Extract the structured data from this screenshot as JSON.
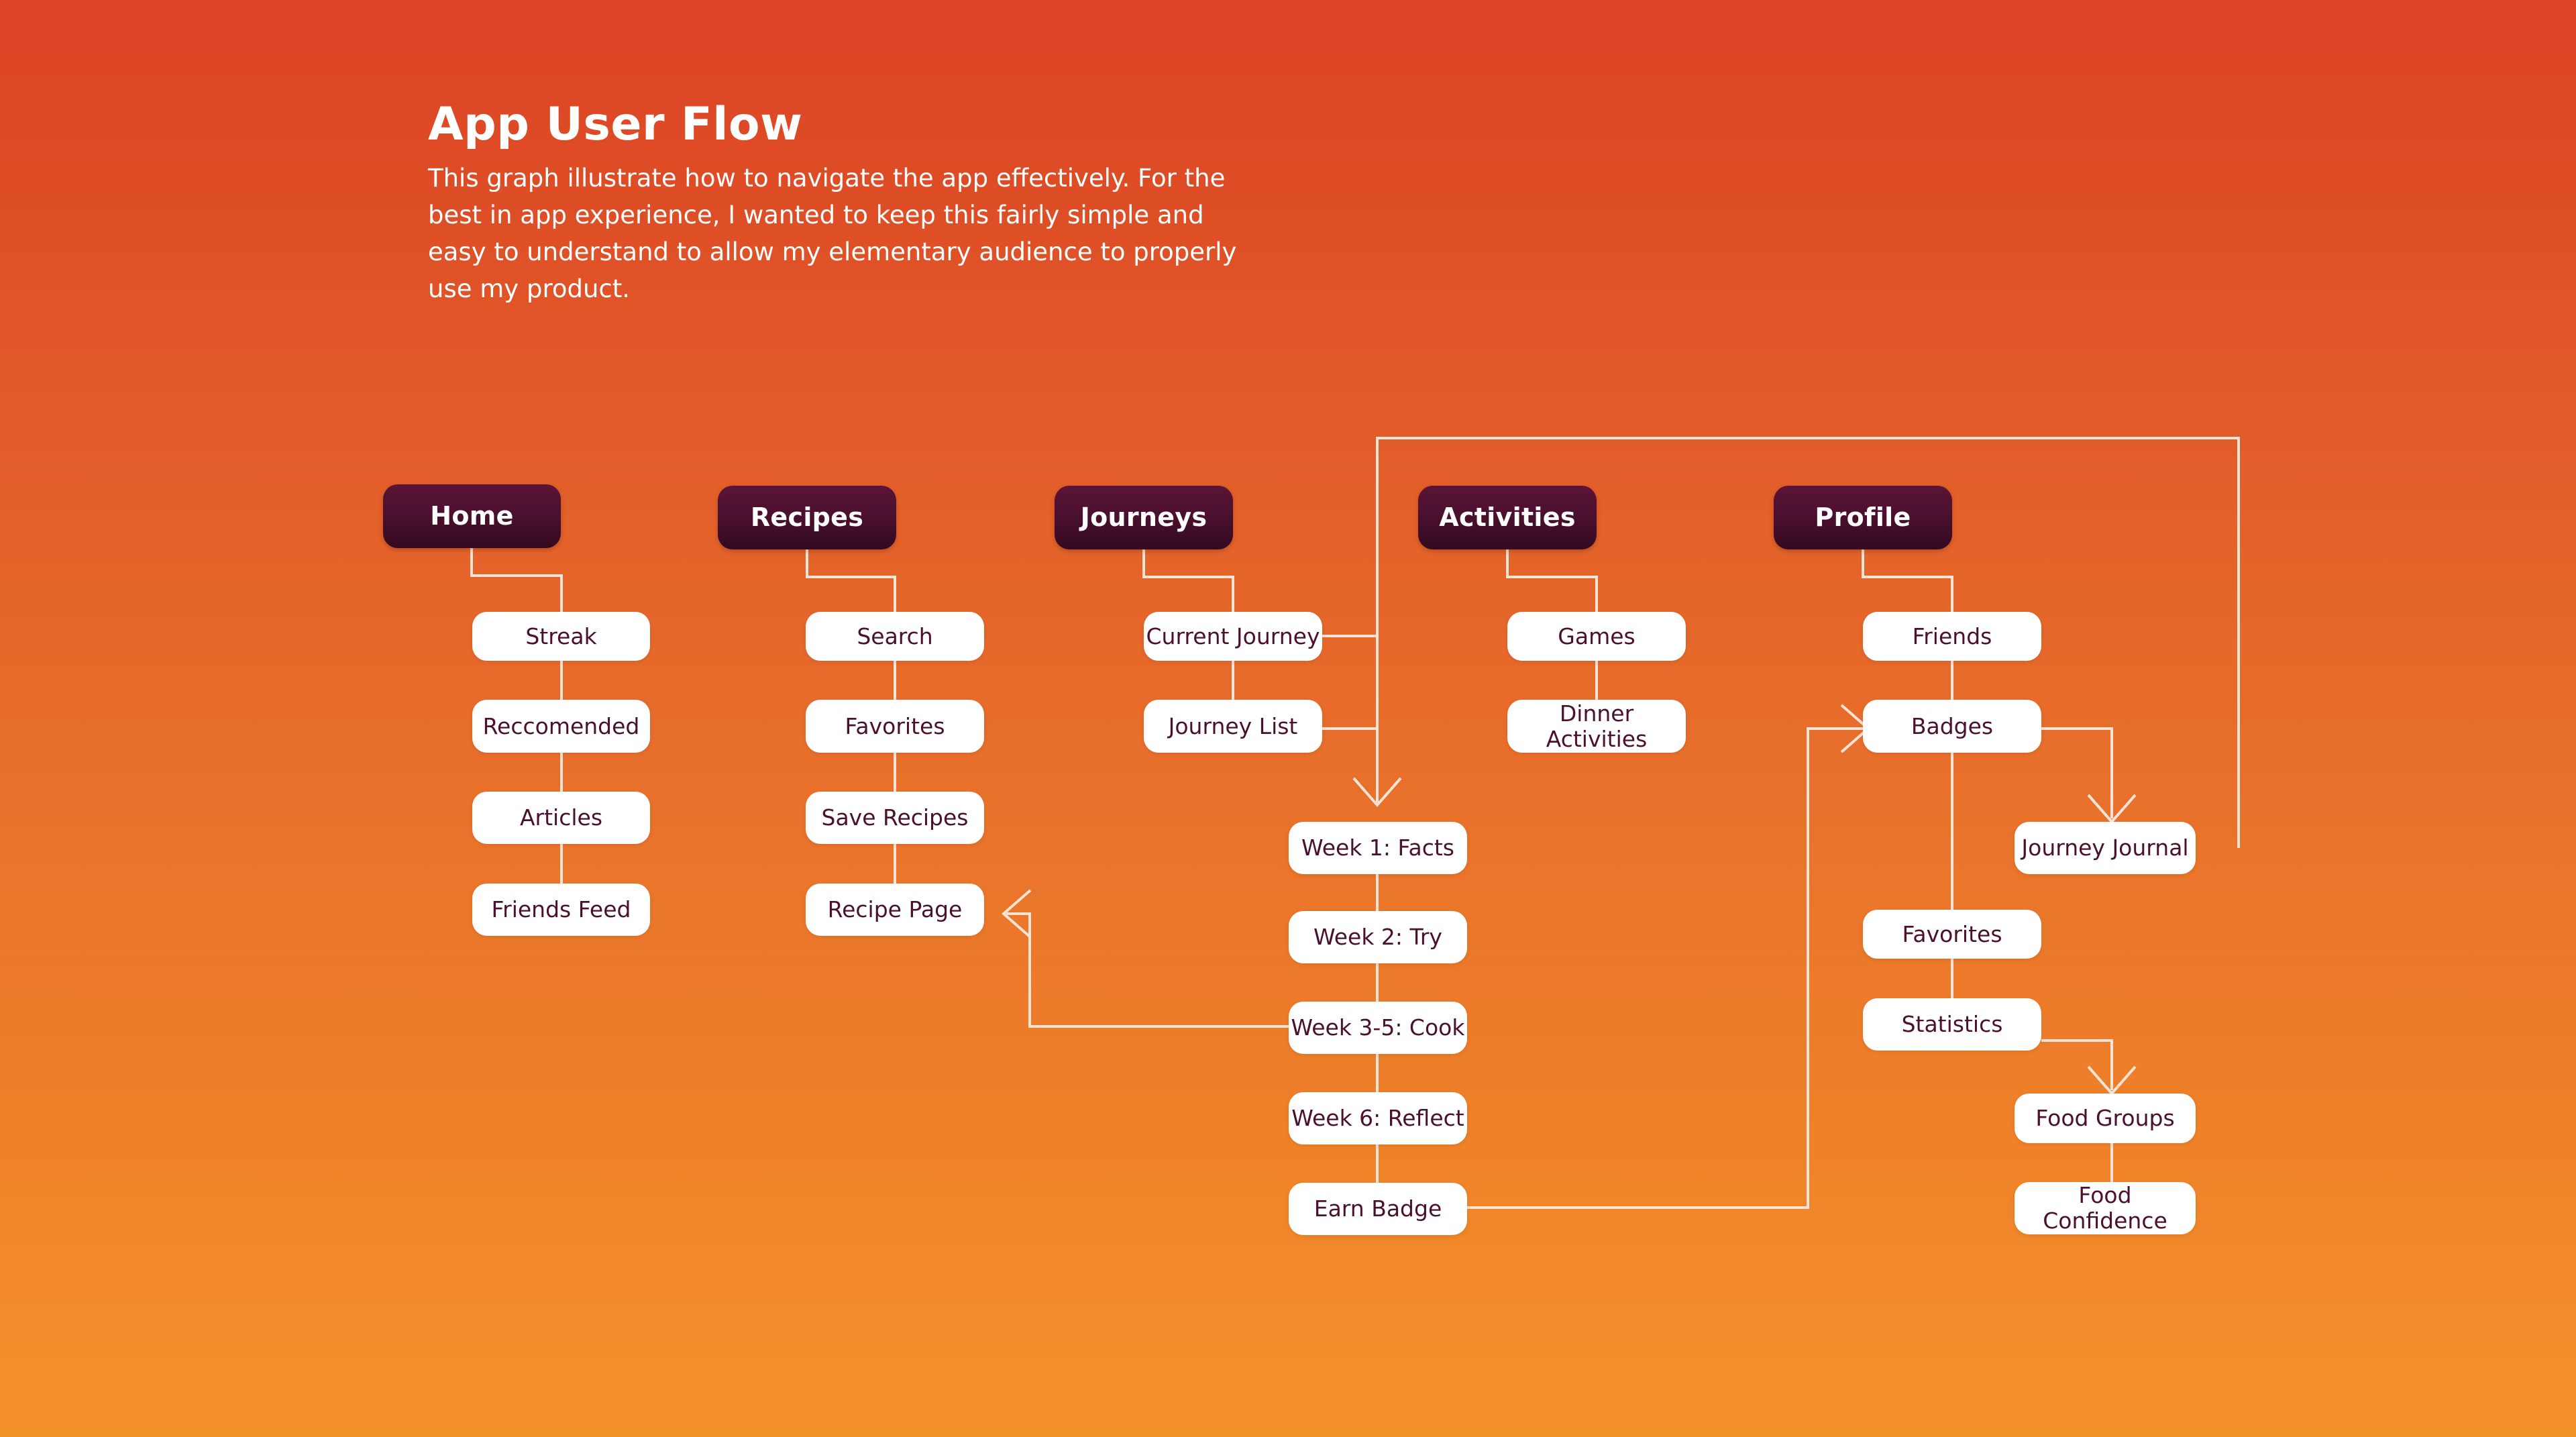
{
  "header": {
    "title": "App User Flow",
    "description": "This graph illustrate how to navigate the app effectively. For the best in app experience, I wanted to keep this fairly simple and easy to understand to allow my elementary audience to properly use my product."
  },
  "colors": {
    "background_top": "#DC4426",
    "background_bottom": "#F4922A",
    "header_node_fill": "#4C1030",
    "header_node_text": "#FFFFFF",
    "leaf_node_fill": "#FFFFFF",
    "leaf_node_text": "#4B1030",
    "connector_stroke": "#FBE3D6"
  },
  "chart_data": {
    "type": "diagram",
    "title": "App User Flow",
    "columns": [
      {
        "header": "Home",
        "items": [
          "Streak",
          "Reccomended",
          "Articles",
          "Friends Feed"
        ]
      },
      {
        "header": "Recipes",
        "items": [
          "Search",
          "Favorites",
          "Save Recipes",
          "Recipe Page"
        ]
      },
      {
        "header": "Journeys",
        "items": [
          "Current Journey",
          "Journey List"
        ]
      },
      {
        "header": "Activities",
        "items": [
          "Games",
          "Dinner Activities"
        ]
      },
      {
        "header": "Profile",
        "items": [
          "Friends",
          "Badges",
          "Favorites",
          "Statistics"
        ]
      }
    ],
    "journey_sequence": [
      "Week 1: Facts",
      "Week 2: Try",
      "Week 3-5: Cook",
      "Week 6: Reflect",
      "Earn Badge"
    ],
    "profile_branch": [
      "Journey Journal",
      "Food Groups",
      "Food Confidence"
    ],
    "edges": [
      {
        "from": "Home",
        "to": "Streak"
      },
      {
        "from": "Streak",
        "to": "Reccomended"
      },
      {
        "from": "Reccomended",
        "to": "Articles"
      },
      {
        "from": "Articles",
        "to": "Friends Feed"
      },
      {
        "from": "Recipes",
        "to": "Search"
      },
      {
        "from": "Search",
        "to": "Favorites"
      },
      {
        "from": "Favorites",
        "to": "Save Recipes"
      },
      {
        "from": "Save Recipes",
        "to": "Recipe Page"
      },
      {
        "from": "Journeys",
        "to": "Current Journey"
      },
      {
        "from": "Current Journey",
        "to": "Journey List"
      },
      {
        "from": "Current Journey",
        "to": "Week 1: Facts"
      },
      {
        "from": "Journey List",
        "to": "Week 1: Facts"
      },
      {
        "from": "Week 1: Facts",
        "to": "Week 2: Try"
      },
      {
        "from": "Week 2: Try",
        "to": "Week 3-5: Cook"
      },
      {
        "from": "Week 3-5: Cook",
        "to": "Recipe Page"
      },
      {
        "from": "Week 3-5: Cook",
        "to": "Week 6: Reflect"
      },
      {
        "from": "Week 6: Reflect",
        "to": "Earn Badge"
      },
      {
        "from": "Earn Badge",
        "to": "Badges"
      },
      {
        "from": "Activities",
        "to": "Games"
      },
      {
        "from": "Games",
        "to": "Dinner Activities"
      },
      {
        "from": "Profile",
        "to": "Friends"
      },
      {
        "from": "Friends",
        "to": "Badges"
      },
      {
        "from": "Badges",
        "to": "Journey Journal"
      },
      {
        "from": "Badges",
        "to": "Favorites"
      },
      {
        "from": "Favorites",
        "to": "Statistics"
      },
      {
        "from": "Statistics",
        "to": "Food Groups"
      },
      {
        "from": "Food Groups",
        "to": "Food Confidence"
      },
      {
        "from": "Journey Journal",
        "to": "Week 1: Facts"
      }
    ]
  },
  "nodes": {
    "home": "Home",
    "streak": "Streak",
    "reccomended": "Reccomended",
    "articles": "Articles",
    "friends_feed": "Friends Feed",
    "recipes": "Recipes",
    "search": "Search",
    "recipes_favorites": "Favorites",
    "save_recipes": "Save Recipes",
    "recipe_page": "Recipe Page",
    "journeys": "Journeys",
    "current_journey": "Current Journey",
    "journey_list": "Journey List",
    "activities": "Activities",
    "games": "Games",
    "dinner_activities": "Dinner Activities",
    "profile": "Profile",
    "friends": "Friends",
    "badges": "Badges",
    "journey_journal": "Journey Journal",
    "profile_favorites": "Favorites",
    "statistics": "Statistics",
    "food_groups": "Food Groups",
    "food_confidence": "Food Confidence",
    "week1": "Week 1: Facts",
    "week2": "Week 2: Try",
    "week35": "Week 3-5: Cook",
    "week6": "Week 6: Reflect",
    "earn_badge": "Earn Badge"
  }
}
